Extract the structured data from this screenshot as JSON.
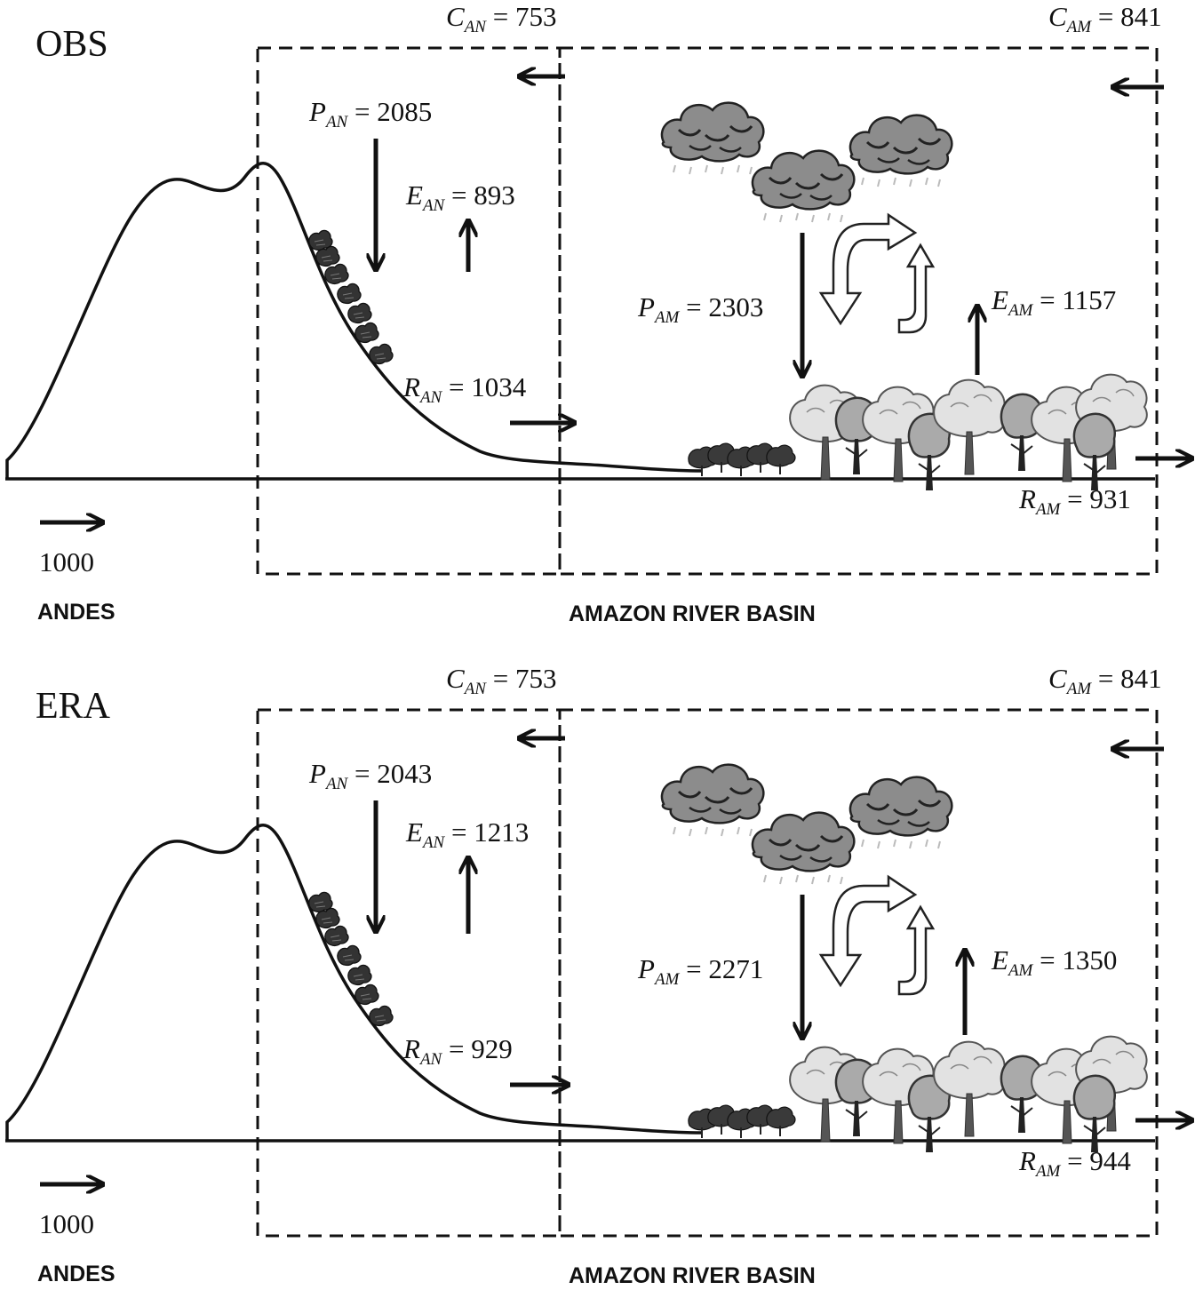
{
  "panels": [
    {
      "title": "OBS",
      "C_AN": "753",
      "C_AM": "841",
      "P_AN": "2085",
      "E_AN": "893",
      "R_AN": "1034",
      "P_AM": "2303",
      "E_AM": "1157",
      "R_AM": "931",
      "scale_value": "1000",
      "region_left": "ANDES",
      "region_right": "AMAZON RIVER BASIN"
    },
    {
      "title": "ERA",
      "C_AN": "753",
      "C_AM": "841",
      "P_AN": "2043",
      "E_AN": "1213",
      "R_AN": "929",
      "P_AM": "2271",
      "E_AM": "1350",
      "R_AM": "944",
      "scale_value": "1000",
      "region_left": "ANDES",
      "region_right": "AMAZON RIVER BASIN"
    }
  ],
  "labels": {
    "C": "C",
    "P": "P",
    "E": "E",
    "R": "R",
    "sub_AN": "AN",
    "sub_AM": "AM",
    "eq": " = "
  }
}
